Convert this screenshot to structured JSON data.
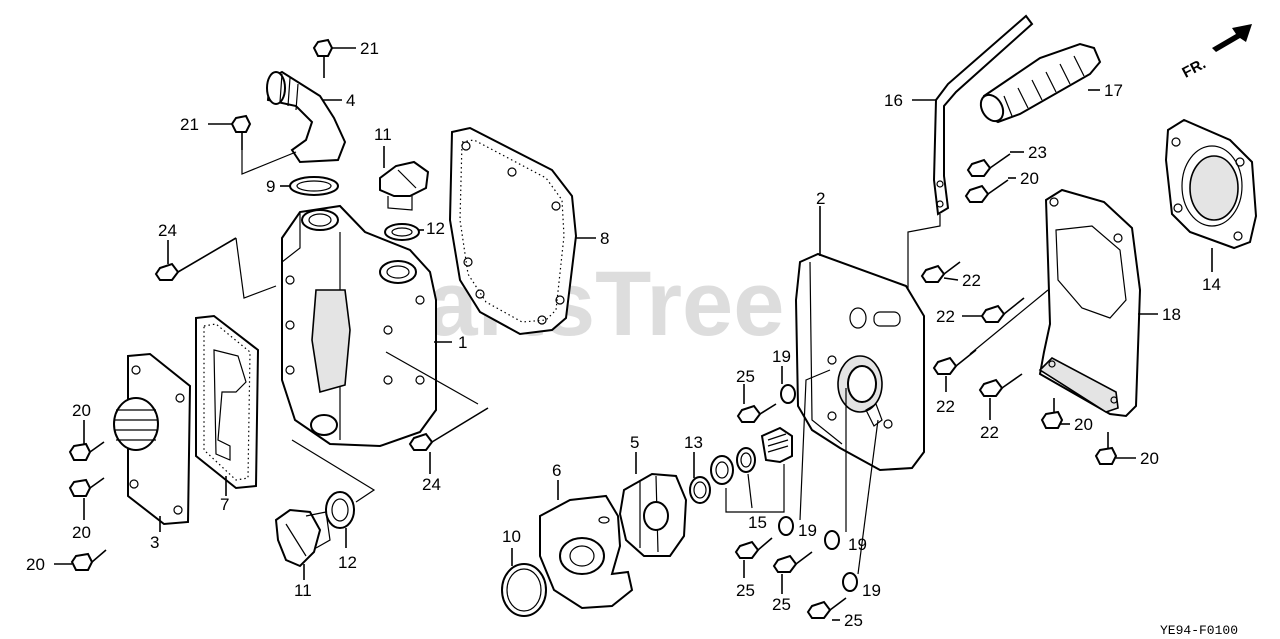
{
  "watermark": "PartsTree",
  "direction_label": "FR.",
  "diagram_code": "YE94-F0100",
  "callouts": [
    {
      "id": "c21a",
      "text": "21"
    },
    {
      "id": "c4",
      "text": "4"
    },
    {
      "id": "c21b",
      "text": "21"
    },
    {
      "id": "c11a",
      "text": "11"
    },
    {
      "id": "c9",
      "text": "9"
    },
    {
      "id": "c12a",
      "text": "12"
    },
    {
      "id": "c8",
      "text": "8"
    },
    {
      "id": "c24a",
      "text": "24"
    },
    {
      "id": "c1",
      "text": "1"
    },
    {
      "id": "c20a",
      "text": "20"
    },
    {
      "id": "c20b",
      "text": "20"
    },
    {
      "id": "c20c",
      "text": "20"
    },
    {
      "id": "c3",
      "text": "3"
    },
    {
      "id": "c7",
      "text": "7"
    },
    {
      "id": "c11b",
      "text": "11"
    },
    {
      "id": "c12b",
      "text": "12"
    },
    {
      "id": "c24b",
      "text": "24"
    },
    {
      "id": "c6",
      "text": "6"
    },
    {
      "id": "c10",
      "text": "10"
    },
    {
      "id": "c5",
      "text": "5"
    },
    {
      "id": "c13",
      "text": "13"
    },
    {
      "id": "c15",
      "text": "15"
    },
    {
      "id": "c25a",
      "text": "25"
    },
    {
      "id": "c19a",
      "text": "19"
    },
    {
      "id": "c19b",
      "text": "19"
    },
    {
      "id": "c19c",
      "text": "19"
    },
    {
      "id": "c19d",
      "text": "19"
    },
    {
      "id": "c25b",
      "text": "25"
    },
    {
      "id": "c25c",
      "text": "25"
    },
    {
      "id": "c25d",
      "text": "25"
    },
    {
      "id": "c2",
      "text": "2"
    },
    {
      "id": "c16",
      "text": "16"
    },
    {
      "id": "c17",
      "text": "17"
    },
    {
      "id": "c23",
      "text": "23"
    },
    {
      "id": "c20d",
      "text": "20"
    },
    {
      "id": "c22a",
      "text": "22"
    },
    {
      "id": "c22b",
      "text": "22"
    },
    {
      "id": "c22c",
      "text": "22"
    },
    {
      "id": "c22d",
      "text": "22"
    },
    {
      "id": "c18",
      "text": "18"
    },
    {
      "id": "c14",
      "text": "14"
    },
    {
      "id": "c20e",
      "text": "20"
    },
    {
      "id": "c20f",
      "text": "20"
    }
  ]
}
